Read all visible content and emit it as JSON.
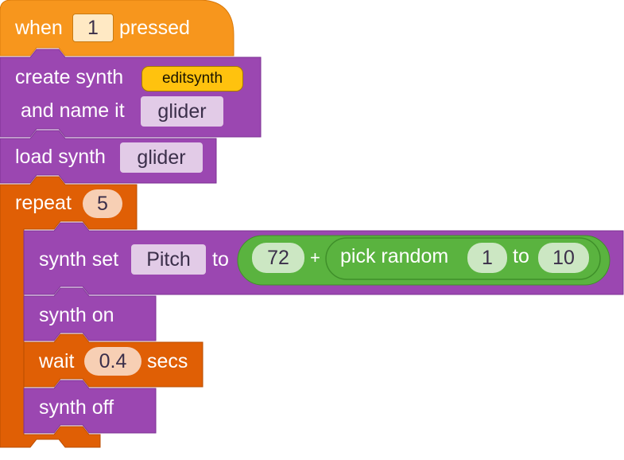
{
  "script": {
    "hat": {
      "when_label": "when",
      "key_value": "1",
      "pressed_label": "pressed"
    },
    "create_synth": {
      "label": "create synth",
      "menu_value": "editsynth",
      "name_label": "and name it",
      "name_value": "glider"
    },
    "load_synth": {
      "label": "load synth",
      "value": "glider"
    },
    "repeat": {
      "label": "repeat",
      "count": "5"
    },
    "synth_set": {
      "label": "synth set",
      "param_value": "Pitch",
      "to_label": "to",
      "add": {
        "left_value": "72",
        "operator": "+",
        "random": {
          "label": "pick random",
          "from_value": "1",
          "to_label": "to",
          "to_value": "10"
        }
      }
    },
    "synth_on": {
      "label": "synth on"
    },
    "wait": {
      "label": "wait",
      "value": "0.4",
      "unit_label": "secs"
    },
    "synth_off": {
      "label": "synth off"
    }
  },
  "colors": {
    "events": "#f7961d",
    "events_edge": "#d97a0c",
    "synth_block": "#9b47b1",
    "synth_block_edge": "#7e3294",
    "control": "#e05f05",
    "control_edge": "#b84c00",
    "operator": "#5ab33f",
    "operator_edge": "#3f8f2a"
  }
}
